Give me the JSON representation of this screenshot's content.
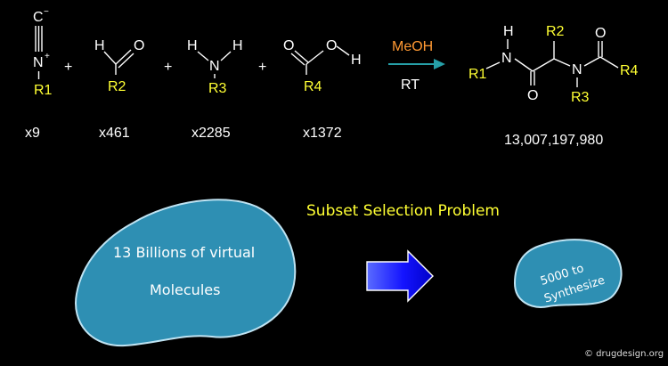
{
  "reagents": {
    "isocyanide": {
      "atom_c": "C",
      "charge_minus": "−",
      "atom_n": "N",
      "charge_plus": "+",
      "group": "R1",
      "count": "x9"
    },
    "aldehyde": {
      "atom_h": "H",
      "atom_o": "O",
      "group": "R2",
      "count": "x461"
    },
    "amine": {
      "atom_h1": "H",
      "atom_n": "N",
      "atom_h2": "H",
      "group": "R3",
      "count": "x2285"
    },
    "acid": {
      "atom_o1": "O",
      "atom_o2": "O",
      "atom_h": "H",
      "group": "R4",
      "count": "x1372"
    },
    "plus_sign": "+"
  },
  "conditions": {
    "solvent": "MeOH",
    "temperature": "RT"
  },
  "product": {
    "atom_h": "H",
    "atom_n1": "N",
    "atom_n2": "N",
    "atom_o1": "O",
    "atom_o2": "O",
    "group_r1": "R1",
    "group_r2": "R2",
    "group_r3": "R3",
    "group_r4": "R4",
    "count": "13,007,197,980"
  },
  "problem_title": "Subset Selection Problem",
  "virtual_library": {
    "line1": "13 Billions of virtual",
    "line2": "Molecules"
  },
  "subset": {
    "line1": "5000 to",
    "line2": "Synthesize"
  },
  "copyright": "© drugdesign.org",
  "colors": {
    "background": "#000000",
    "blob_fill": "#2e8fb3",
    "blob_stroke": "#bfe3f2",
    "r_group": "#ffff33",
    "solvent": "#ff9933",
    "reaction_arrow": "#26a0a8",
    "block_arrow": "#1a1aff"
  }
}
